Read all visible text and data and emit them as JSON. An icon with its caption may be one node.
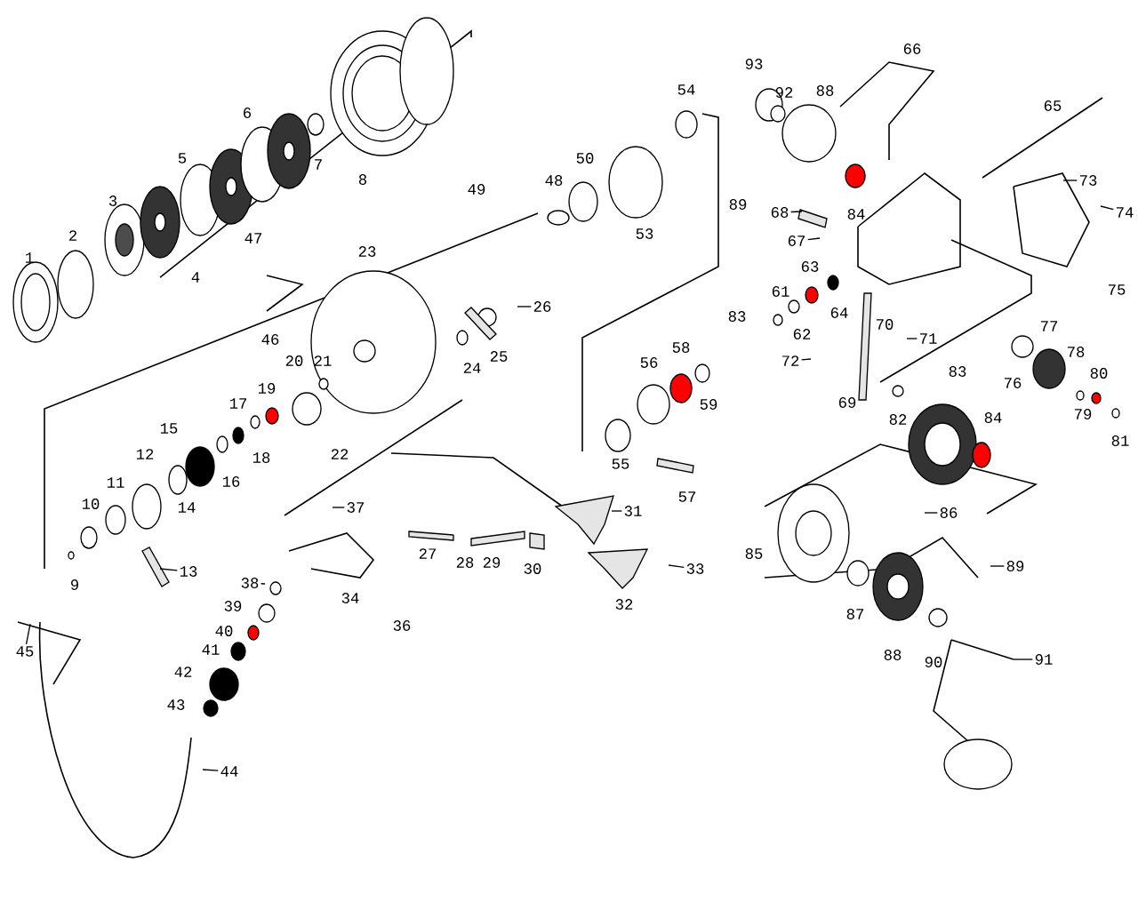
{
  "diagram": {
    "nodes": [
      {
        "text": [
          "13"
        ]
      },
      {
        "text": [
          "26"
        ]
      },
      {
        "text": [
          "31"
        ]
      },
      {
        "text": [
          "33"
        ]
      },
      {
        "text": [
          "37"
        ]
      },
      {
        "text": [
          "38"
        ]
      },
      {
        "text": [
          "44"
        ]
      },
      {
        "text": [
          "45"
        ]
      },
      {
        "text": [
          "67"
        ]
      },
      {
        "text": [
          "68"
        ]
      },
      {
        "text": [
          "71"
        ]
      },
      {
        "text": [
          "72"
        ]
      },
      {
        "text": [
          "73"
        ]
      },
      {
        "text": [
          "74"
        ]
      },
      {
        "text": [
          "86"
        ]
      },
      {
        "text": [
          "89"
        ]
      },
      {
        "text": [
          "91"
        ]
      }
    ],
    "edges": [
      {
        "from": 0,
        "to": null,
        "arrow": "none"
      },
      {
        "from": 1,
        "to": null,
        "arrow": "none"
      },
      {
        "from": 2,
        "to": null,
        "arrow": "none"
      },
      {
        "from": 3,
        "to": null,
        "arrow": "none"
      },
      {
        "from": 4,
        "to": null,
        "arrow": "none"
      },
      {
        "from": 5,
        "to": null,
        "arrow": "none"
      },
      {
        "from": 6,
        "to": null,
        "arrow": "none"
      },
      {
        "from": 7,
        "to": null,
        "arrow": "none"
      },
      {
        "from": 8,
        "to": null,
        "arrow": "none"
      },
      {
        "from": 9,
        "to": null,
        "arrow": "none"
      },
      {
        "from": 10,
        "to": null,
        "arrow": "none"
      },
      {
        "from": 11,
        "to": null,
        "arrow": "none"
      },
      {
        "from": 12,
        "to": null,
        "arrow": "none"
      },
      {
        "from": 13,
        "to": null,
        "arrow": "none"
      },
      {
        "from": 14,
        "to": null,
        "arrow": "none"
      },
      {
        "from": 15,
        "to": null,
        "arrow": "none"
      },
      {
        "from": 16,
        "to": null,
        "arrow": "none"
      }
    ],
    "labels": [
      "1",
      "2",
      "3",
      "4",
      "5",
      "6",
      "7",
      "8",
      "9",
      "10",
      "11",
      "12",
      "14",
      "15",
      "16",
      "17",
      "18",
      "19",
      "20",
      "21",
      "22",
      "23",
      "24",
      "25",
      "27",
      "28",
      "29",
      "30",
      "32",
      "34",
      "36",
      "39",
      "40",
      "41",
      "42",
      "43",
      "46",
      "47",
      "48",
      "49",
      "50",
      "53",
      "54",
      "55",
      "56",
      "57",
      "58",
      "59",
      "61",
      "62",
      "63",
      "64",
      "65",
      "66",
      "69",
      "70",
      "75",
      "76",
      "77",
      "78",
      "79",
      "80",
      "81",
      "82",
      "83",
      "83",
      "84",
      "84",
      "85",
      "87",
      "88",
      "88",
      "89",
      "90",
      "92",
      "93"
    ]
  }
}
